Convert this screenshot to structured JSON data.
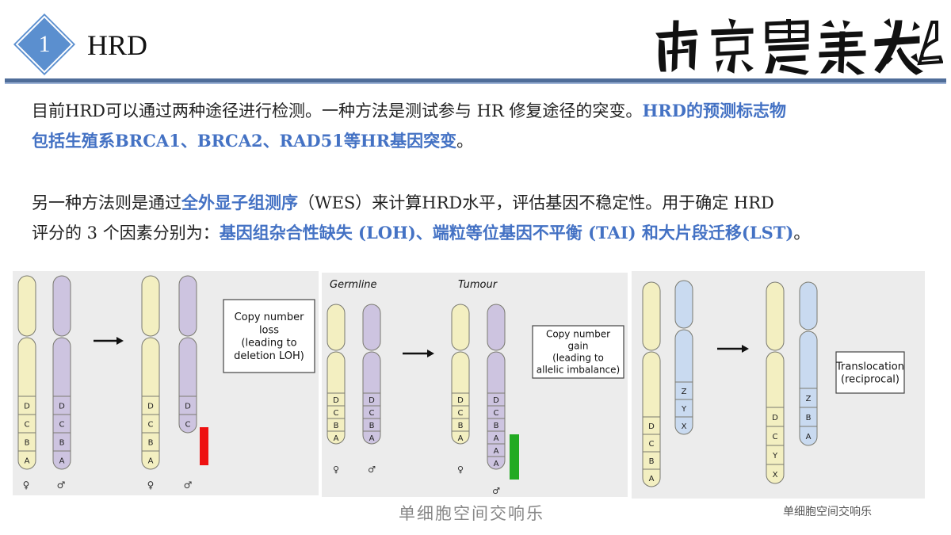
{
  "header": {
    "section_number": "1",
    "title": "HRD",
    "logo_text": "南京農業大學"
  },
  "paragraphs": [
    {
      "line1_plain": "目前HRD可以通过两种途径进行检测。一种方法是测试参与 HR 修复途径的突变。",
      "line1_highlight": "HRD的预测标志物",
      "line2_highlight": "包括生殖系BRCA1、BRCA2、RAD51等HR基因突变",
      "line2_end": "。"
    },
    {
      "line1_plain_a": "另一种方法则是通过",
      "line1_highlight": "全外显子组测序",
      "line1_plain_b": "（WES）来计算HRD水平，评估基因不稳定性。用于确定 HRD",
      "line2_plain": "评分的 3 个因素分别为：",
      "line2_highlight": "基因组杂合性缺失 (LOH)、端粒等位基因不平衡 (TAI) 和大片段迁移(LST)",
      "line2_end": "。"
    }
  ],
  "figures": {
    "loh": {
      "box_lines": [
        "Copy number",
        "loss",
        "(leading to",
        "deletion LOH)"
      ],
      "female_symbol": "♀",
      "male_symbol": "♂",
      "left_yellow_labels": [
        "D",
        "C",
        "B",
        "A"
      ],
      "left_purple_labels": [
        "D",
        "C",
        "B",
        "A"
      ],
      "right_yellow_labels": [
        "D",
        "C",
        "B",
        "A"
      ],
      "right_purple_labels": [
        "D",
        "C"
      ],
      "bar_color": "#ee1111"
    },
    "gain": {
      "label_germline": "Germline",
      "label_tumour": "Tumour",
      "box_lines": [
        "Copy number",
        "gain",
        "(leading to",
        "allelic imbalance)"
      ],
      "female_symbol": "♀",
      "male_symbol": "♂",
      "left_yellow_labels": [
        "D",
        "C",
        "B",
        "A"
      ],
      "left_purple_labels": [
        "D",
        "C",
        "B",
        "A"
      ],
      "right_yellow_labels": [
        "D",
        "C",
        "B",
        "A"
      ],
      "right_purple_labels": [
        "D",
        "C",
        "B",
        "A",
        "A",
        "A"
      ],
      "bar_color": "#22aa22"
    },
    "translocation": {
      "box_lines": [
        "Translocation",
        "(reciprocal)"
      ],
      "left_yellow_labels": [
        "D",
        "C",
        "B",
        "A"
      ],
      "left_blue_labels": [
        "Z",
        "Y",
        "X"
      ],
      "right_yellow_labels": [
        "D",
        "C",
        "Y",
        "X"
      ],
      "right_blue_labels": [
        "Z",
        "B",
        "A"
      ]
    }
  },
  "captions": {
    "caption_center": "单细胞空间交响乐",
    "caption_right": "单细胞空间交响乐"
  },
  "colors": {
    "accent_blue": "#4472c4",
    "diamond_blue": "#5b8fcf",
    "chrom_yellow": "#f3efc1",
    "chrom_purple": "#cdc4e0",
    "chrom_blue": "#c9daf0"
  }
}
